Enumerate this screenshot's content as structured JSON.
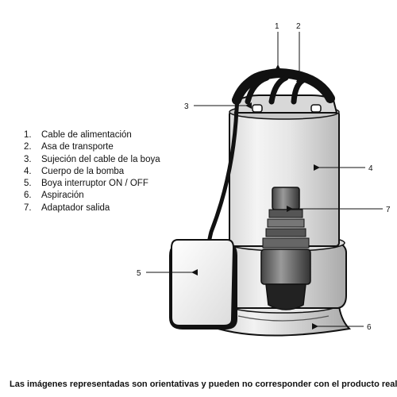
{
  "legend": [
    {
      "number": "1.",
      "label": "Cable de alimentación"
    },
    {
      "number": "2.",
      "label": "Asa de transporte"
    },
    {
      "number": "3.",
      "label": "Sujeción del cable de la boya"
    },
    {
      "number": "4.",
      "label": "Cuerpo de la bomba"
    },
    {
      "number": "5.",
      "label": "Boya interruptor ON / OFF"
    },
    {
      "number": "6.",
      "label": "Aspiración"
    },
    {
      "number": "7.",
      "label": "Adaptador salida"
    }
  ],
  "callouts": {
    "c1": "1",
    "c2": "2",
    "c3": "3",
    "c4": "4",
    "c5": "5",
    "c6": "6",
    "c7": "7"
  },
  "disclaimer": "Las imágenes representadas son orientativas y pueden no corresponder con el producto real."
}
